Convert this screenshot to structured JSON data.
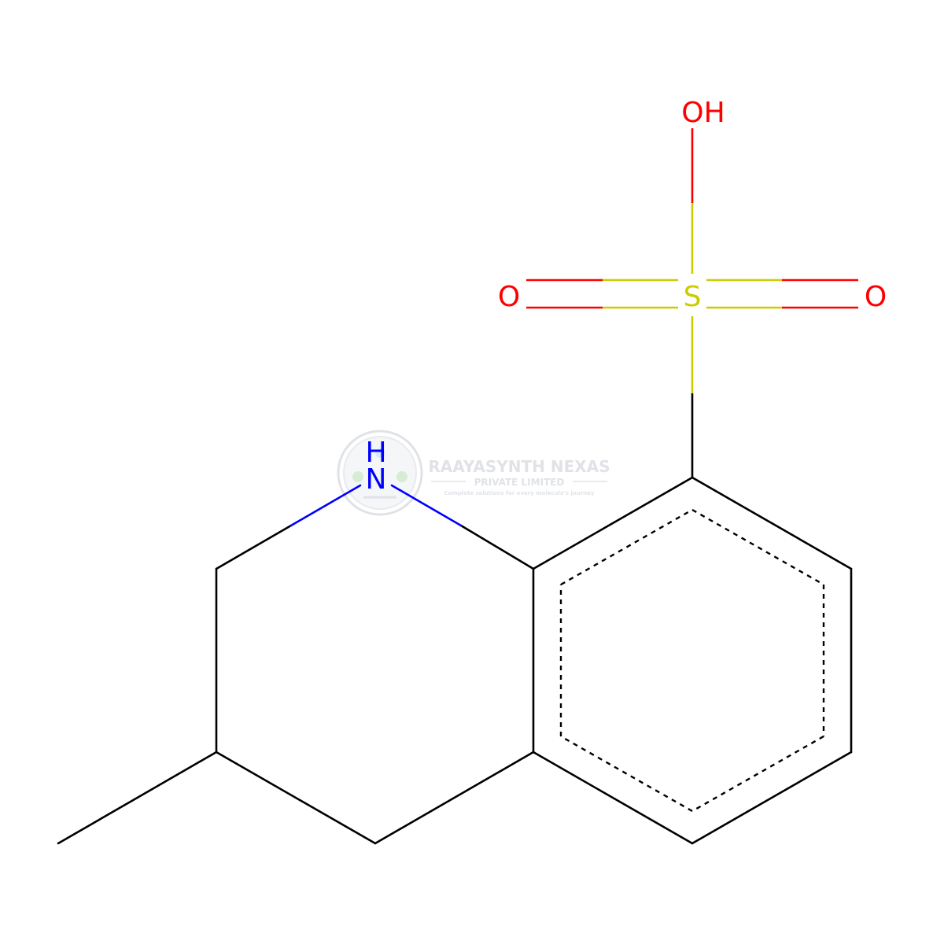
{
  "atoms": {
    "hydroxyl": "OH",
    "sulfur": "S",
    "oxygen_left": "O",
    "oxygen_right": "O",
    "nitrogen": "N",
    "nitrogen_h": "H"
  },
  "watermark": {
    "company": "RAAYASYNTH NEXAS",
    "subtitle": "PRIVATE LIMITED",
    "tagline": "Complete solutions for every molecule's journey"
  },
  "colors": {
    "bond": "#000000",
    "oxygen": "#ff0000",
    "sulfur": "#cccc00",
    "nitrogen": "#0000ff",
    "watermark": "#c8ccd4"
  }
}
